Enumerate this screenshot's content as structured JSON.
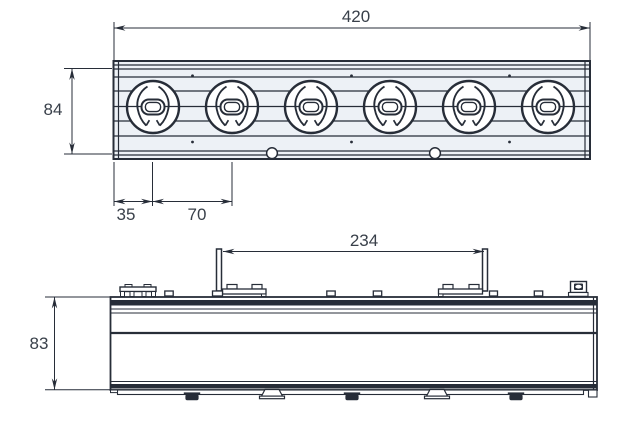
{
  "drawing": {
    "title": "linear luminaire technical drawing, top view and front view",
    "colors": {
      "line": "#272d38",
      "fill_light": "#edf1f6",
      "background": "#ffffff",
      "text": "#39404a"
    },
    "dimensions": {
      "overall_width": "420",
      "overall_height_top": "84",
      "end_offset": "35",
      "hole_pitch": "70",
      "pin_spacing": "234",
      "body_height_front": "83"
    },
    "top_view": {
      "knob_count": 6,
      "bottom_hole_count": 2
    },
    "front_view": {
      "pin_count": 2,
      "foot_count": 3,
      "clip_count": 2
    }
  }
}
